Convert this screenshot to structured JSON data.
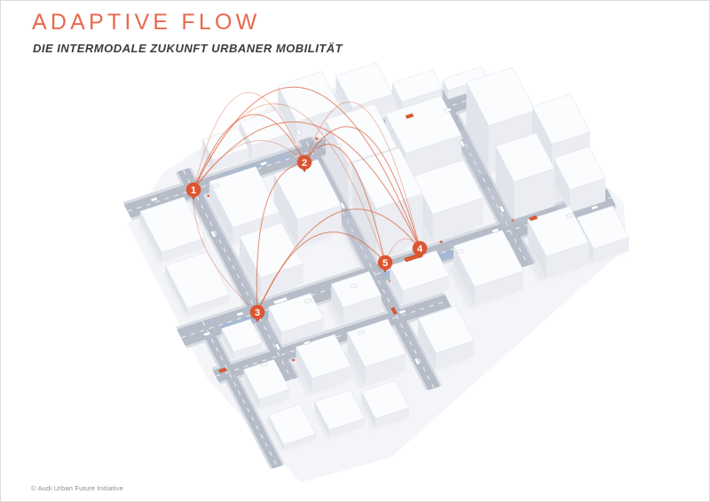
{
  "header": {
    "title": "ADAPTIVE FLOW",
    "subtitle": "DIE INTERMODALE ZUKUNFT URBANER MOBILITÄT"
  },
  "diagram": {
    "markers": [
      {
        "label": "1"
      },
      {
        "label": "2"
      },
      {
        "label": "3"
      },
      {
        "label": "4"
      },
      {
        "label": "5"
      }
    ]
  },
  "footer": {
    "copyright": "© Audi Urban Future Initiative"
  },
  "colors": {
    "accent_title": "#E8684C",
    "accent_marker": "#DC5531",
    "accent_arc": "#DE6039",
    "street_gray": "#B6BDC9",
    "transit_blue": "#9FB8DA",
    "building_top": "#FBFCFE"
  }
}
